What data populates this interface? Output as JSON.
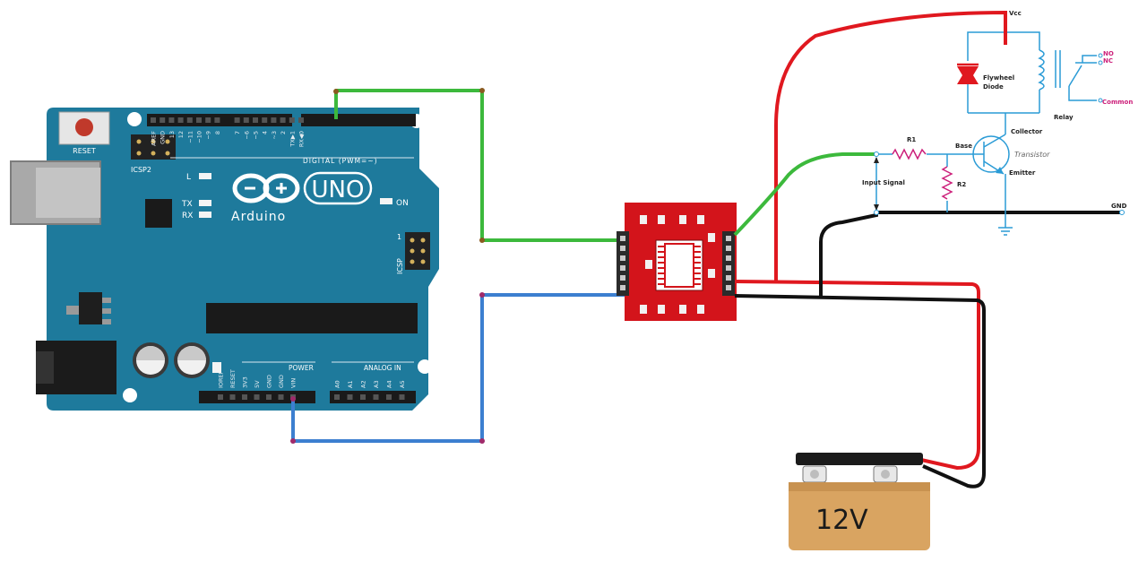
{
  "arduino": {
    "brand": "Arduino",
    "model": "UNO",
    "reset_label": "RESET",
    "icsp2_label": "ICSP2",
    "icsp_label": "ICSP",
    "icsp_pin1": "1",
    "digital_label": "DIGITAL (PWM=~)",
    "power_label": "POWER",
    "analog_label": "ANALOG IN",
    "led_l": "L",
    "led_tx": "TX",
    "led_rx": "RX",
    "led_on": "ON",
    "digital_pins": [
      "AREF",
      "GND",
      "13",
      "12",
      "~11",
      "~10",
      "~9",
      "8",
      "7",
      "~6",
      "~5",
      "4",
      "~3",
      "2",
      "TX▶1",
      "RX◀0"
    ],
    "power_pins": [
      "IOREF",
      "RESET",
      "3V3",
      "5V",
      "GND",
      "GND",
      "VIN"
    ],
    "analog_pins": [
      "A0",
      "A1",
      "A2",
      "A3",
      "A4",
      "A5"
    ]
  },
  "battery": {
    "label": "12V"
  },
  "schematic": {
    "vcc": "Vcc",
    "no": "NO",
    "nc": "NC",
    "common": "Common",
    "flywheel": "Flywheel",
    "diode": "Diode",
    "relay": "Relay",
    "collector": "Collector",
    "base": "Base",
    "transistor": "Transistor",
    "emitter": "Emitter",
    "r1": "R1",
    "r2": "R2",
    "input_signal": "Input Signal",
    "gnd": "GND"
  },
  "colors": {
    "board_blue": "#1e7a9c",
    "wire_green": "#3cb93c",
    "wire_blue": "#3c7fd0",
    "wire_red": "#e0181f",
    "wire_black": "#111111",
    "schematic_blue": "#2a9bd6",
    "module_red": "#d3141b",
    "battery_tan": "#d9a461"
  }
}
